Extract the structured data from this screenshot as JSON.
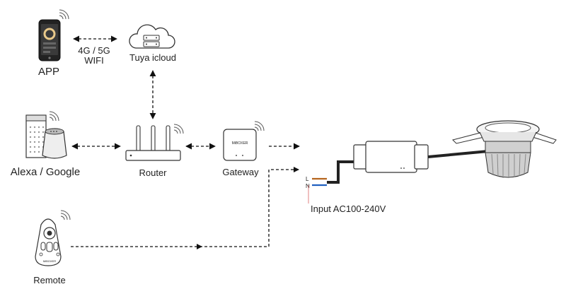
{
  "nodes": {
    "app": {
      "label": "APP"
    },
    "cloud": {
      "label": "Tuya icloud"
    },
    "link_app_cloud": {
      "line1": "4G / 5G",
      "line2": "WIFI"
    },
    "alexa": {
      "label": "Alexa / Google"
    },
    "router": {
      "label": "Router"
    },
    "gateway": {
      "label": "Gateway",
      "brand": "MiBOXER"
    },
    "remote": {
      "label": "Remote",
      "brand": "MiBOXER"
    },
    "driver": {
      "terminal_l": "L",
      "terminal_n": "N",
      "input_label": "Input AC100-240V"
    }
  }
}
